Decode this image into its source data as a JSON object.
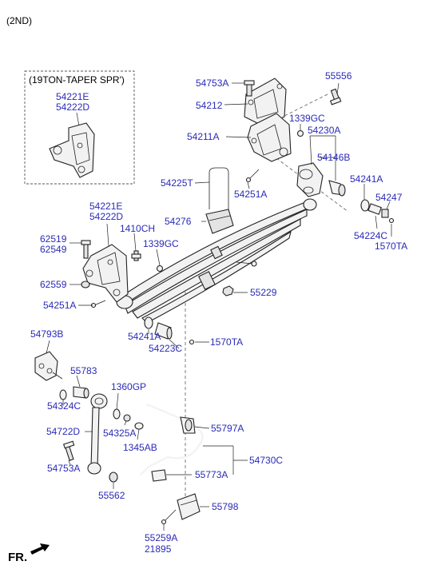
{
  "header": {
    "variant": "(2ND)"
  },
  "inset": {
    "title": "(19TON-TAPER SPR')",
    "parts": [
      "54221E",
      "54222D"
    ]
  },
  "footer": {
    "direction": "FR."
  },
  "labels": {
    "p54753A_top": "54753A",
    "p55556": "55556",
    "p54212": "54212",
    "p1339GC_top": "1339GC",
    "p54230A": "54230A",
    "p54211A": "54211A",
    "p54146B": "54146B",
    "p54225T": "54225T",
    "p54251A_top": "54251A",
    "p54241A_right": "54241A",
    "p54247": "54247",
    "p54221E": "54221E",
    "p54222D": "54222D",
    "p1410CH": "1410CH",
    "p54276": "54276",
    "p54224C": "54224C",
    "p1570TA_right": "1570TA",
    "p62519": "62519",
    "p62549": "62549",
    "p1339GC_mid": "1339GC",
    "p62559": "62559",
    "p55229": "55229",
    "p54251A_left": "54251A",
    "p54241A_mid": "54241A",
    "p1570TA_mid": "1570TA",
    "p54223C": "54223C",
    "p54793B": "54793B",
    "p55783": "55783",
    "p1360GP": "1360GP",
    "p54324C": "54324C",
    "p55797A": "55797A",
    "p54722D": "54722D",
    "p54325A": "54325A",
    "p1345AB": "1345AB",
    "p54730C": "54730C",
    "p54753A_bot": "54753A",
    "p55773A": "55773A",
    "p55562": "55562",
    "p55798": "55798",
    "p55259A": "55259A",
    "p21895": "21895"
  }
}
